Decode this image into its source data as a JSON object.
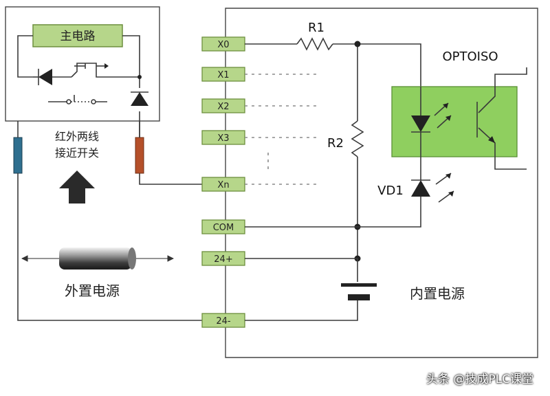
{
  "main_circuit_label": "主电路",
  "sensor_label_line1": "红外两线",
  "sensor_label_line2": "接近开关",
  "external_supply_label": "外置电源",
  "internal_supply_label": "内置电源",
  "terminals": [
    "X0",
    "X1",
    "X2",
    "X3",
    "Xn",
    "COM",
    "24+",
    "24-"
  ],
  "components": {
    "r1": "R1",
    "r2": "R2",
    "optoiso": "OPTOISO",
    "vd1": "VD1"
  },
  "watermark": "头条 @技成PLC课堂",
  "colors": {
    "terminal_fill": "#b6d68a",
    "terminal_stroke": "#6d8f3e",
    "opto_fill": "#8fcf5f",
    "sensor_left": "#2f6f8f",
    "sensor_right": "#b5502a"
  }
}
